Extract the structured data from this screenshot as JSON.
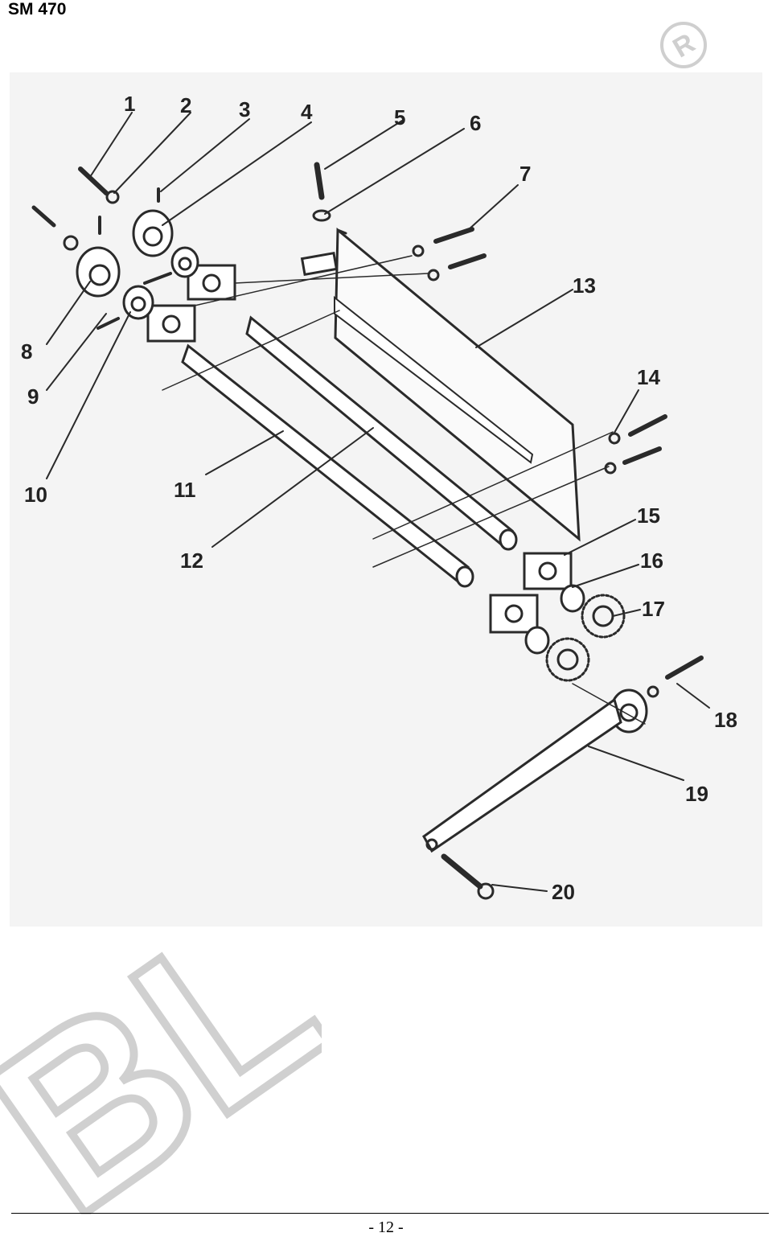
{
  "header": {
    "title": "SM 470"
  },
  "brand": {
    "registered_symbol": "R",
    "watermark_text": "BL"
  },
  "diagram": {
    "callouts": [
      {
        "label": "1"
      },
      {
        "label": "2"
      },
      {
        "label": "3"
      },
      {
        "label": "4"
      },
      {
        "label": "5"
      },
      {
        "label": "6"
      },
      {
        "label": "7"
      },
      {
        "label": "8"
      },
      {
        "label": "9"
      },
      {
        "label": "10"
      },
      {
        "label": "11"
      },
      {
        "label": "12"
      },
      {
        "label": "13"
      },
      {
        "label": "14"
      },
      {
        "label": "15"
      },
      {
        "label": "16"
      },
      {
        "label": "17"
      },
      {
        "label": "18"
      },
      {
        "label": "19"
      },
      {
        "label": "20"
      }
    ]
  },
  "footer": {
    "page_number": "- 12 -"
  },
  "colors": {
    "ink": "#222222",
    "paper": "#f4f4f4",
    "watermark": "#d0d0d0"
  }
}
